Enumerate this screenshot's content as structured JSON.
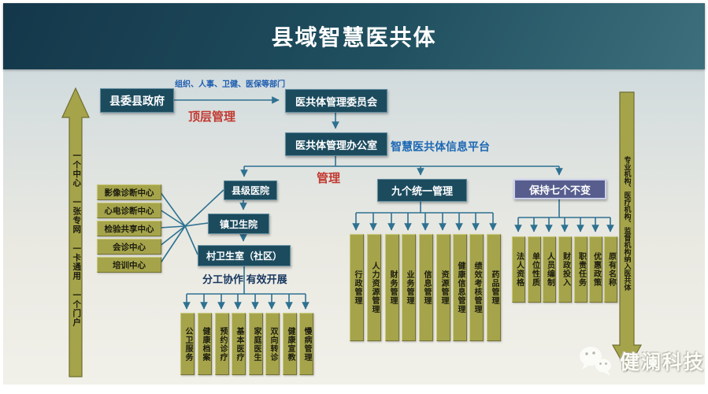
{
  "title": "县域智慧医共体",
  "colors": {
    "header_dark": "#14374a",
    "header_light": "#3d6f7c",
    "box_teal": "#1c4b5e",
    "olive": "#a5a44b",
    "purple": "#575e8e",
    "connector": "#2e7191",
    "red_label": "#c23a31",
    "blue_label": "#1d5db0",
    "navy_label": "#17365e"
  },
  "top_flow": {
    "government": "县委县政府",
    "departments_note": "组织、人事、卫健、医保等部门",
    "top_level_label": "顶层管理",
    "committee": "医共体管理委员会",
    "office": "医共体管理办公室",
    "platform_label": "智慧医共体信息平台",
    "manage_label": "管理"
  },
  "left_axis": {
    "text": "一个中心 一张专网 一卡通用 一个门户"
  },
  "right_axis": {
    "text": "专业机构、医疗机构、监督机构纳入医共体"
  },
  "shared_centers": {
    "items": [
      "影像诊断中心",
      "心电诊断中心",
      "检验共享中心",
      "会诊中心",
      "培训中心"
    ]
  },
  "hierarchy": {
    "levels": [
      "县级医院",
      "镇卫生院",
      "村卫生室（社区）"
    ],
    "cooperation_label": "分工协作 有效开展"
  },
  "services": {
    "items": [
      "公卫服务",
      "健康档案",
      "预约诊疗",
      "基本医疗",
      "家庭医生",
      "双向转诊",
      "健康宣教",
      "慢病管理"
    ]
  },
  "nine_unified": {
    "title": "九个统一管理",
    "items": [
      "行政管理",
      "人力资源管理",
      "财务管理",
      "业务管理",
      "信息管理",
      "资源管理",
      "健康信息管理",
      "绩效考核管理",
      "药品管理"
    ]
  },
  "seven_unchanged": {
    "title": "保持七个不变",
    "items": [
      "法人资格",
      "单位性质",
      "人员编制",
      "财政投入",
      "职责任务",
      "优惠政策",
      "原有名称"
    ]
  },
  "watermark": {
    "text": "健澜科技",
    "icon": "wechat-icon"
  }
}
